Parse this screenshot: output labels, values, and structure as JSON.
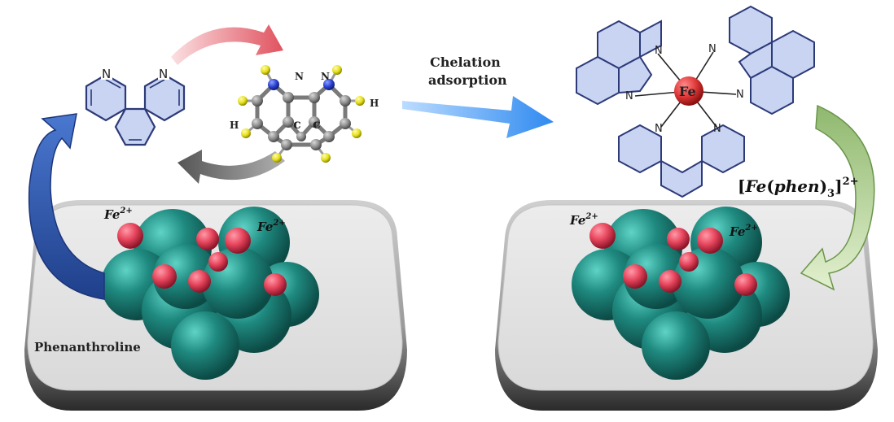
{
  "left_panel": {
    "label": "Phenanthroline",
    "ion_label_1": "Fe",
    "ion_charge_1": "2+",
    "ion_label_2": "Fe",
    "ion_charge_2": "2+"
  },
  "molecule_2d": {
    "n1": "N",
    "n2": "N"
  },
  "molecule_3d": {
    "n1": "N",
    "n2": "N",
    "c1": "c",
    "c2": "c",
    "h_left": "H",
    "h_right": "H"
  },
  "process": {
    "line1": "Chelation",
    "line2": "adsorption"
  },
  "complex": {
    "center": "Fe",
    "ligand_atom": "N",
    "formula_prefix": "[",
    "formula_metal": "Fe",
    "formula_mid": "(",
    "formula_ligand": "phen",
    "formula_close": ")",
    "formula_sub": "3",
    "formula_end": "]",
    "formula_sup": "2+"
  },
  "right_panel": {
    "ion_label_1": "Fe",
    "ion_charge_1": "2+",
    "ion_label_2": "Fe",
    "ion_charge_2": "2+"
  },
  "colors": {
    "teal_sphere": "#1f8a80",
    "red_sphere": "#e8475e",
    "ring_fill": "#c9d3f2",
    "ring_stroke": "#2c3a78",
    "blue_arrow": "#2f56a8",
    "green_arrow": "#b6d49a",
    "red_arrow": "#e88b93",
    "grey_arrow": "#6e6e6e",
    "light_blue_arrow": "#3a8ef0"
  }
}
